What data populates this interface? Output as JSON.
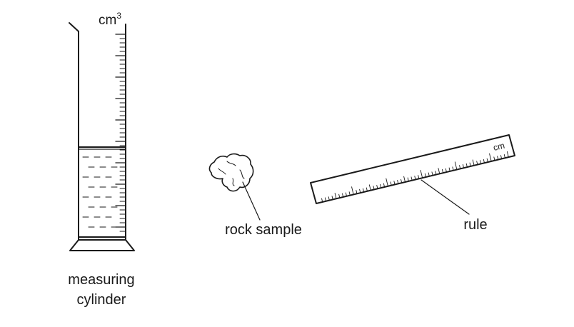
{
  "cylinder": {
    "unit_label": "cm",
    "unit_exponent": "3",
    "label_line1": "measuring",
    "label_line2": "cylinder"
  },
  "rock": {
    "label": "rock sample"
  },
  "ruler": {
    "unit_label": "cm",
    "label": "rule"
  }
}
